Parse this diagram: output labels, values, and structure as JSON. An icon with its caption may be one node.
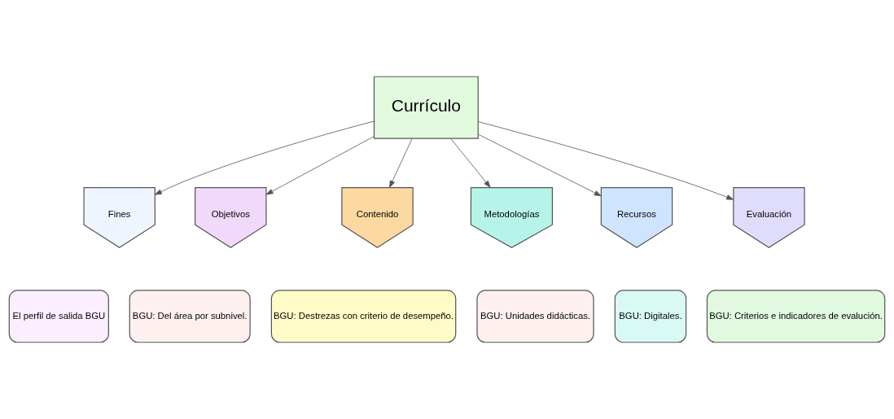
{
  "diagram": {
    "nodes": [
      {
        "text": [
          "Currículo"
        ]
      },
      {
        "text": [
          "Fines"
        ]
      },
      {
        "text": [
          "Objetivos"
        ]
      },
      {
        "text": [
          "Contenido"
        ]
      },
      {
        "text": [
          "Metodologías"
        ]
      },
      {
        "text": [
          "Recursos"
        ]
      },
      {
        "text": [
          "Evaluación"
        ]
      },
      {
        "text": [
          "El perfil de salida BGU"
        ]
      },
      {
        "text": [
          "BGU: Del área por subnivel."
        ]
      },
      {
        "text": [
          "BGU: Destrezas con criterio de desempeño."
        ]
      },
      {
        "text": [
          "BGU: Unidades didácticas."
        ]
      },
      {
        "text": [
          "BGU: Digitales."
        ]
      },
      {
        "text": [
          "BGU: Criterios e indicadores de evalución."
        ]
      }
    ],
    "edges": [
      {
        "from": 0,
        "to": 1,
        "arrow": "to"
      },
      {
        "from": 0,
        "to": 2,
        "arrow": "to"
      },
      {
        "from": 0,
        "to": 3,
        "arrow": "to"
      },
      {
        "from": 0,
        "to": 4,
        "arrow": "to"
      },
      {
        "from": 0,
        "to": 5,
        "arrow": "to"
      },
      {
        "from": 0,
        "to": 6,
        "arrow": "to"
      }
    ]
  }
}
